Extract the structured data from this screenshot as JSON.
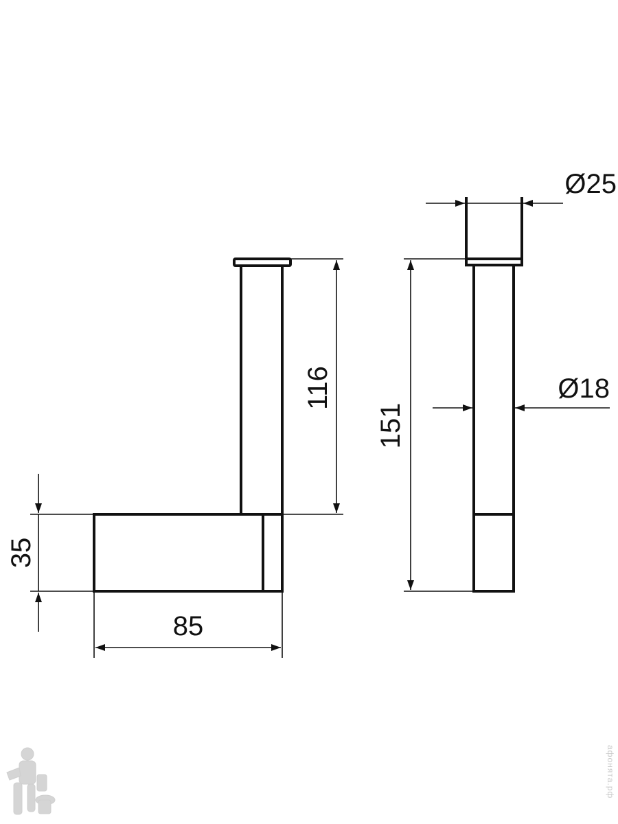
{
  "dimensions": {
    "base_width": "85",
    "base_height": "35",
    "rod_length": "116",
    "total_height": "151",
    "cap_diameter": "Ø25",
    "rod_diameter": "Ø18"
  },
  "watermark": "афонята.рф",
  "logo": {
    "icon": "plumber-mascot-icon"
  }
}
